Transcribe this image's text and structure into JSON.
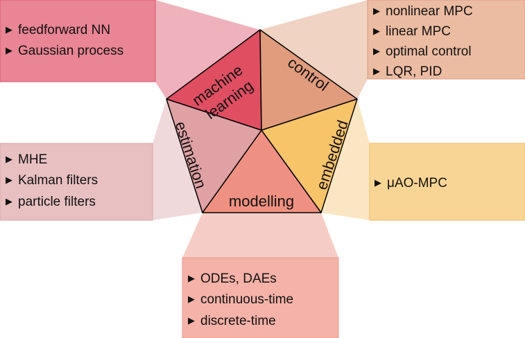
{
  "segments": {
    "machine_learning": {
      "label_lines": [
        "machine",
        "learning"
      ],
      "color": "#e04e62",
      "box_color": "#e98594",
      "funnel_color": "#efb2bd",
      "items": [
        "feedforward NN",
        "Gaussian process"
      ]
    },
    "control": {
      "label": "control",
      "color": "#e09c7d",
      "box_color": "#ebbba2",
      "funnel_color": "#f0d3c3",
      "items": [
        "nonlinear MPC",
        "linear MPC",
        "optimal control",
        "LQR, PID"
      ]
    },
    "embedded": {
      "label": "embedded",
      "color": "#f8c46a",
      "box_color": "#f9d595",
      "funnel_color": "#fbe6c3",
      "items": [
        "μAO-MPC"
      ]
    },
    "modelling": {
      "label": "modelling",
      "color": "#ef9182",
      "box_color": "#f4b2a8",
      "funnel_color": "#f6cdc6",
      "items": [
        "ODEs, DAEs",
        "continuous-time",
        "discrete-time"
      ]
    },
    "estimation": {
      "label": "estimation",
      "color": "#dfa1a4",
      "box_color": "#e8c0c1",
      "funnel_color": "#f0d9da",
      "items": [
        "MHE",
        "Kalman filters",
        "particle filters"
      ]
    }
  },
  "bullet_glyph": "▶"
}
